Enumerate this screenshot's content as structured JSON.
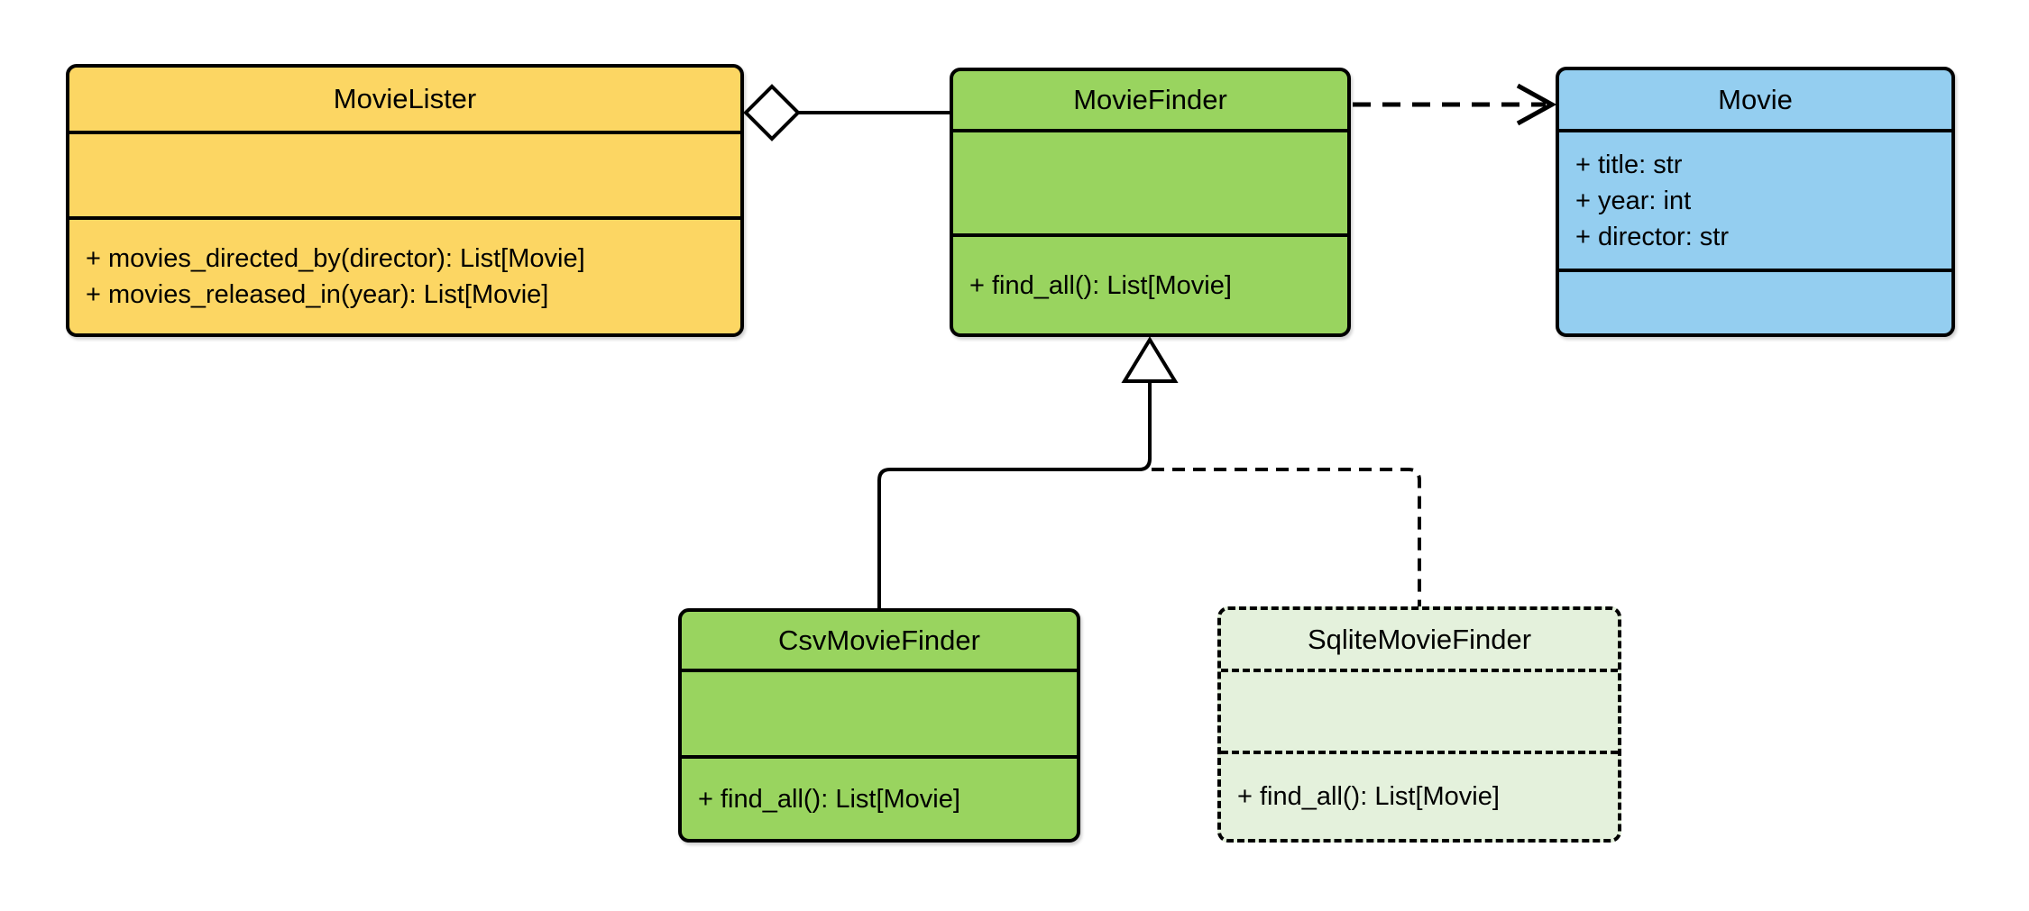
{
  "diagram_type": "uml-class-diagram",
  "colors": {
    "canvas_bg": "#ffffff",
    "line": "#000000",
    "class_yellow": "#FCD663",
    "class_green": "#99D45F",
    "class_blue": "#94CEF0",
    "class_pale_green": "#E4F1DC"
  },
  "classes": {
    "movie_lister": {
      "name": "MovieLister",
      "methods": [
        "+ movies_directed_by(director): List[Movie]",
        "+ movies_released_in(year): List[Movie]"
      ]
    },
    "movie_finder": {
      "name": "MovieFinder",
      "methods": [
        "+ find_all(): List[Movie]"
      ]
    },
    "movie": {
      "name": "Movie",
      "attributes": [
        "+ title: str",
        "+ year: int",
        "+ director: str"
      ]
    },
    "csv_movie_finder": {
      "name": "CsvMovieFinder",
      "methods": [
        "+ find_all(): List[Movie]"
      ]
    },
    "sqlite_movie_finder": {
      "name": "SqliteMovieFinder",
      "methods": [
        "+ find_all(): List[Movie]"
      ]
    }
  },
  "relationships": [
    {
      "type": "aggregation",
      "from": "MovieLister",
      "to": "MovieFinder"
    },
    {
      "type": "dependency",
      "from": "MovieFinder",
      "to": "Movie"
    },
    {
      "type": "generalization",
      "from": "CsvMovieFinder",
      "to": "MovieFinder",
      "style": "solid"
    },
    {
      "type": "generalization",
      "from": "SqliteMovieFinder",
      "to": "MovieFinder",
      "style": "dashed"
    }
  ]
}
